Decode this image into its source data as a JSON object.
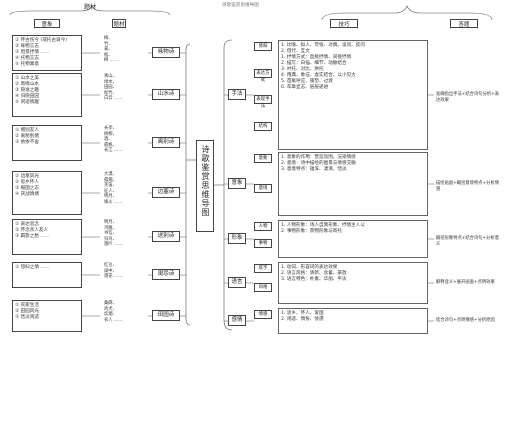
{
  "page_title": "诗歌鉴赏思维导图",
  "center": {
    "title": "诗歌鉴赏思维导图"
  },
  "left": {
    "header_title": "题材",
    "col_labels": [
      "意象",
      "题材"
    ],
    "rows": [
      {
        "content": "① 怀古伤今 (或托古讽今)\n② 咏物言志\n③ 借景抒情 ……\n④ 托物言志\n⑤ 托物寓意",
        "imagery": "梅、\n竹、\n菊、\n松、\n柳 ……",
        "category": "咏物诗"
      },
      {
        "content": "① 山水之美\n② 寄情山水\n③ 隐逸之趣\n④ 归隐田园\n⑤ 闲适情趣",
        "imagery": "青山、\n绿水、\n田园、\n松竹、\n白云 ……",
        "category": "山水诗"
      },
      {
        "content": "① 赠别友人\n② 离愁别绪\n③ 依依不舍",
        "imagery": "长亭、\n杨柳、\n酒、\n孤帆、\n长江 ……",
        "category": "离别诗"
      },
      {
        "content": "① 边塞风光\n② 思乡怀人\n③ 报国之志\n④ 厌战情绪",
        "imagery": "大漠、\n孤烟、\n羌笛、\n征人、\n明月、\n烽火 ……",
        "category": "边塞诗"
      },
      {
        "content": "① 表达思念\n② 怀念亲人友人\n③ 羁旅之愁 ……",
        "imagery": "明月、\n鸿雁、\n书信、\n归舟、\n落叶 ……",
        "category": "送别诗"
      },
      {
        "content": "① 怨妇之情 ……",
        "imagery": "红豆、\n闺中、\n落花 ……",
        "category": "闺怨诗"
      },
      {
        "content": "① 农家生活\n② 田园风光\n③ 恬淡闲适",
        "imagery": "桑麻、\n鸡犬、\n炊烟、\n农人 ……",
        "category": "田园诗"
      }
    ]
  },
  "right": {
    "header_labels": [
      "技巧",
      "答题"
    ],
    "sections": [
      {
        "label": "手法",
        "sub": [
          "修辞",
          "表达方式",
          "表现手法",
          "结构"
        ],
        "items": [
          "1. 比喻、拟人、夸张、对偶、设问、反问",
          "2. 借代、互文",
          "1. 抒情方式：直接抒情、间接抒情",
          "2. 描写：白描、细节、动静结合",
          "3. 衬托、对比、烘托",
          "4. 用典、象征、虚实结合、以小见大",
          "5. 首尾呼应、铺垫、过渡",
          "6. 卒章显志、层层递进"
        ],
        "answer": "准确指出手法+结合诗句分析+表达效果"
      },
      {
        "label": "意象",
        "sub": [
          "意象",
          "意境"
        ],
        "items": [
          "1. 意象的作用：营造氛围、渲染情感",
          "2. 意境：诗中描绘的图景与情感交融",
          "3. 意境特点：雄浑、凄清、恬淡"
        ],
        "answer": "描绘画面+概括意境特点+分析情感"
      },
      {
        "label": "形象",
        "sub": [
          "人物",
          "事物"
        ],
        "items": [
          "1. 人物形象：诗人自我形象、抒情主人公",
          "2. 事物形象：景物形象与寄托"
        ],
        "answer": "概括形象特点+结合诗句+分析意义"
      },
      {
        "label": "语言",
        "sub": [
          "炼字",
          "风格"
        ],
        "items": [
          "1. 动词、形容词的表达效果",
          "2. 语言风格：清新、含蓄、豪放",
          "3. 语言特色：朴素、华丽、平淡"
        ],
        "answer": "解释含义+展开画面+点明效果"
      },
      {
        "label": "感情",
        "sub": [
          "情感"
        ],
        "items": [
          "1. 思乡、怀人、爱国",
          "2. 闲适、惆怅、愤懑"
        ],
        "answer": "结合诗句+点明情感+分析原因"
      }
    ]
  }
}
